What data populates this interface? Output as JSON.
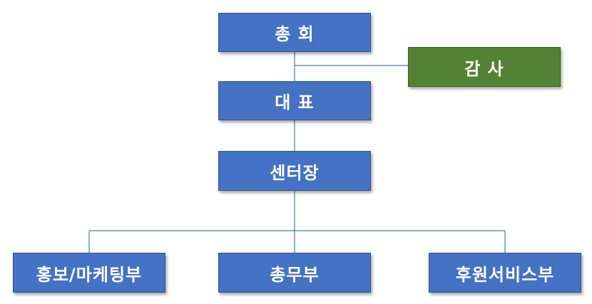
{
  "org_chart": {
    "top": "총 회",
    "auditor": "감 사",
    "representative": "대 표",
    "center_head": "센터장",
    "departments": [
      "홍보/마케팅부",
      "총무부",
      "후원서비스부"
    ]
  },
  "colors": {
    "box_blue": "#4472c4",
    "box_green": "#548235",
    "connector": "#4a7ab5",
    "text": "#ffffff"
  }
}
